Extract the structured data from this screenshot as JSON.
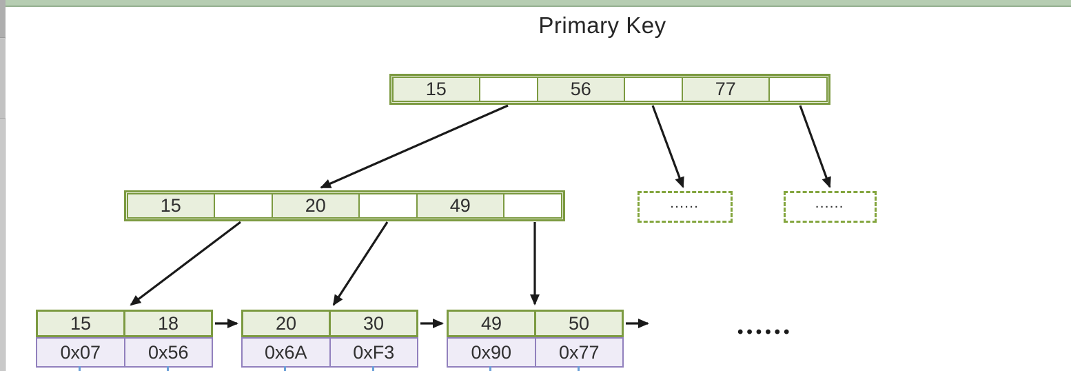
{
  "title": "Primary Key",
  "colors": {
    "node_green_border": "#7c9a41",
    "node_green_fill": "#e9efdd",
    "pointer_purple_border": "#9180bd",
    "pointer_purple_fill": "#efecf7",
    "arrow_black": "#1a1a1a",
    "tick_blue": "#6b9fd8",
    "chrome_green": "#b6cdb2"
  },
  "root_node": {
    "keys": [
      "15",
      "56",
      "77"
    ]
  },
  "level2_node": {
    "keys": [
      "15",
      "20",
      "49"
    ]
  },
  "dashed_nodes": [
    {
      "dots": "······"
    },
    {
      "dots": "······"
    }
  ],
  "leaf_nodes": [
    {
      "keys": [
        "15",
        "18"
      ],
      "pointers": [
        "0x07",
        "0x56"
      ]
    },
    {
      "keys": [
        "20",
        "30"
      ],
      "pointers": [
        "0x6A",
        "0xF3"
      ]
    },
    {
      "keys": [
        "49",
        "50"
      ],
      "pointers": [
        "0x90",
        "0x77"
      ]
    }
  ],
  "ellipsis": "••••••"
}
